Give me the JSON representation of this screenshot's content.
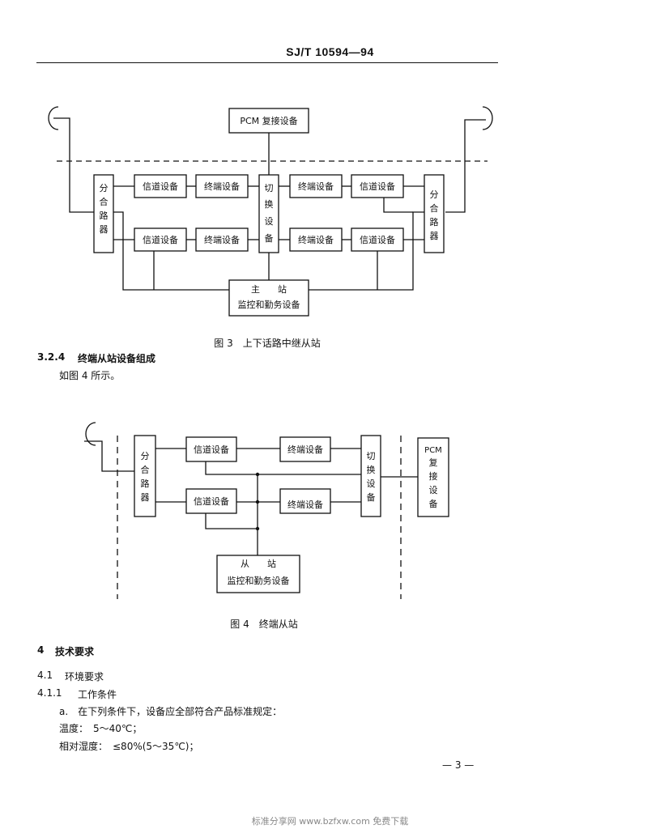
{
  "header": {
    "standard_no": "SJ/T 10594—94"
  },
  "figure3": {
    "pcm_box": "PCM 复接设备",
    "splitter_chars": [
      "分",
      "合",
      "路",
      "器"
    ],
    "switch_chars": [
      "切",
      "换",
      "设",
      "备"
    ],
    "channel_equipment": "信道设备",
    "terminal_equipment": "终端设备",
    "main_station_line1": "主　　站",
    "main_station_line2": "监控和勤务设备",
    "caption": "图 3　上下话路中继从站"
  },
  "section_3_2_4": {
    "number": "3.2.4",
    "title": "终端从站设备组成",
    "body": "如图 4 所示。"
  },
  "figure4": {
    "splitter_chars": [
      "分",
      "合",
      "路",
      "器"
    ],
    "switch_chars": [
      "切",
      "换",
      "设",
      "备"
    ],
    "pcm_chars": [
      "PCM",
      "复",
      "接",
      "设",
      "备"
    ],
    "channel_equipment": "信道设备",
    "terminal_equipment": "终端设备",
    "slave_station_line1": "从　　站",
    "slave_station_line2": "监控和勤务设备",
    "caption": "图 4　终端从站"
  },
  "section_4": {
    "number": "4",
    "title": "技术要求"
  },
  "section_4_1": {
    "number": "4.1",
    "title": "环境要求"
  },
  "section_4_1_1": {
    "number": "4.1.1",
    "title": "工作条件"
  },
  "conditions": {
    "item_a": "a.　在下列条件下，设备应全部符合产品标准规定：",
    "temperature": "温度：　5～40℃；",
    "humidity": "相对湿度：　≤80%(5～35℃)；"
  },
  "page_number": "— 3 —",
  "footer_watermark": "标准分享网 www.bzfxw.com 免费下载"
}
